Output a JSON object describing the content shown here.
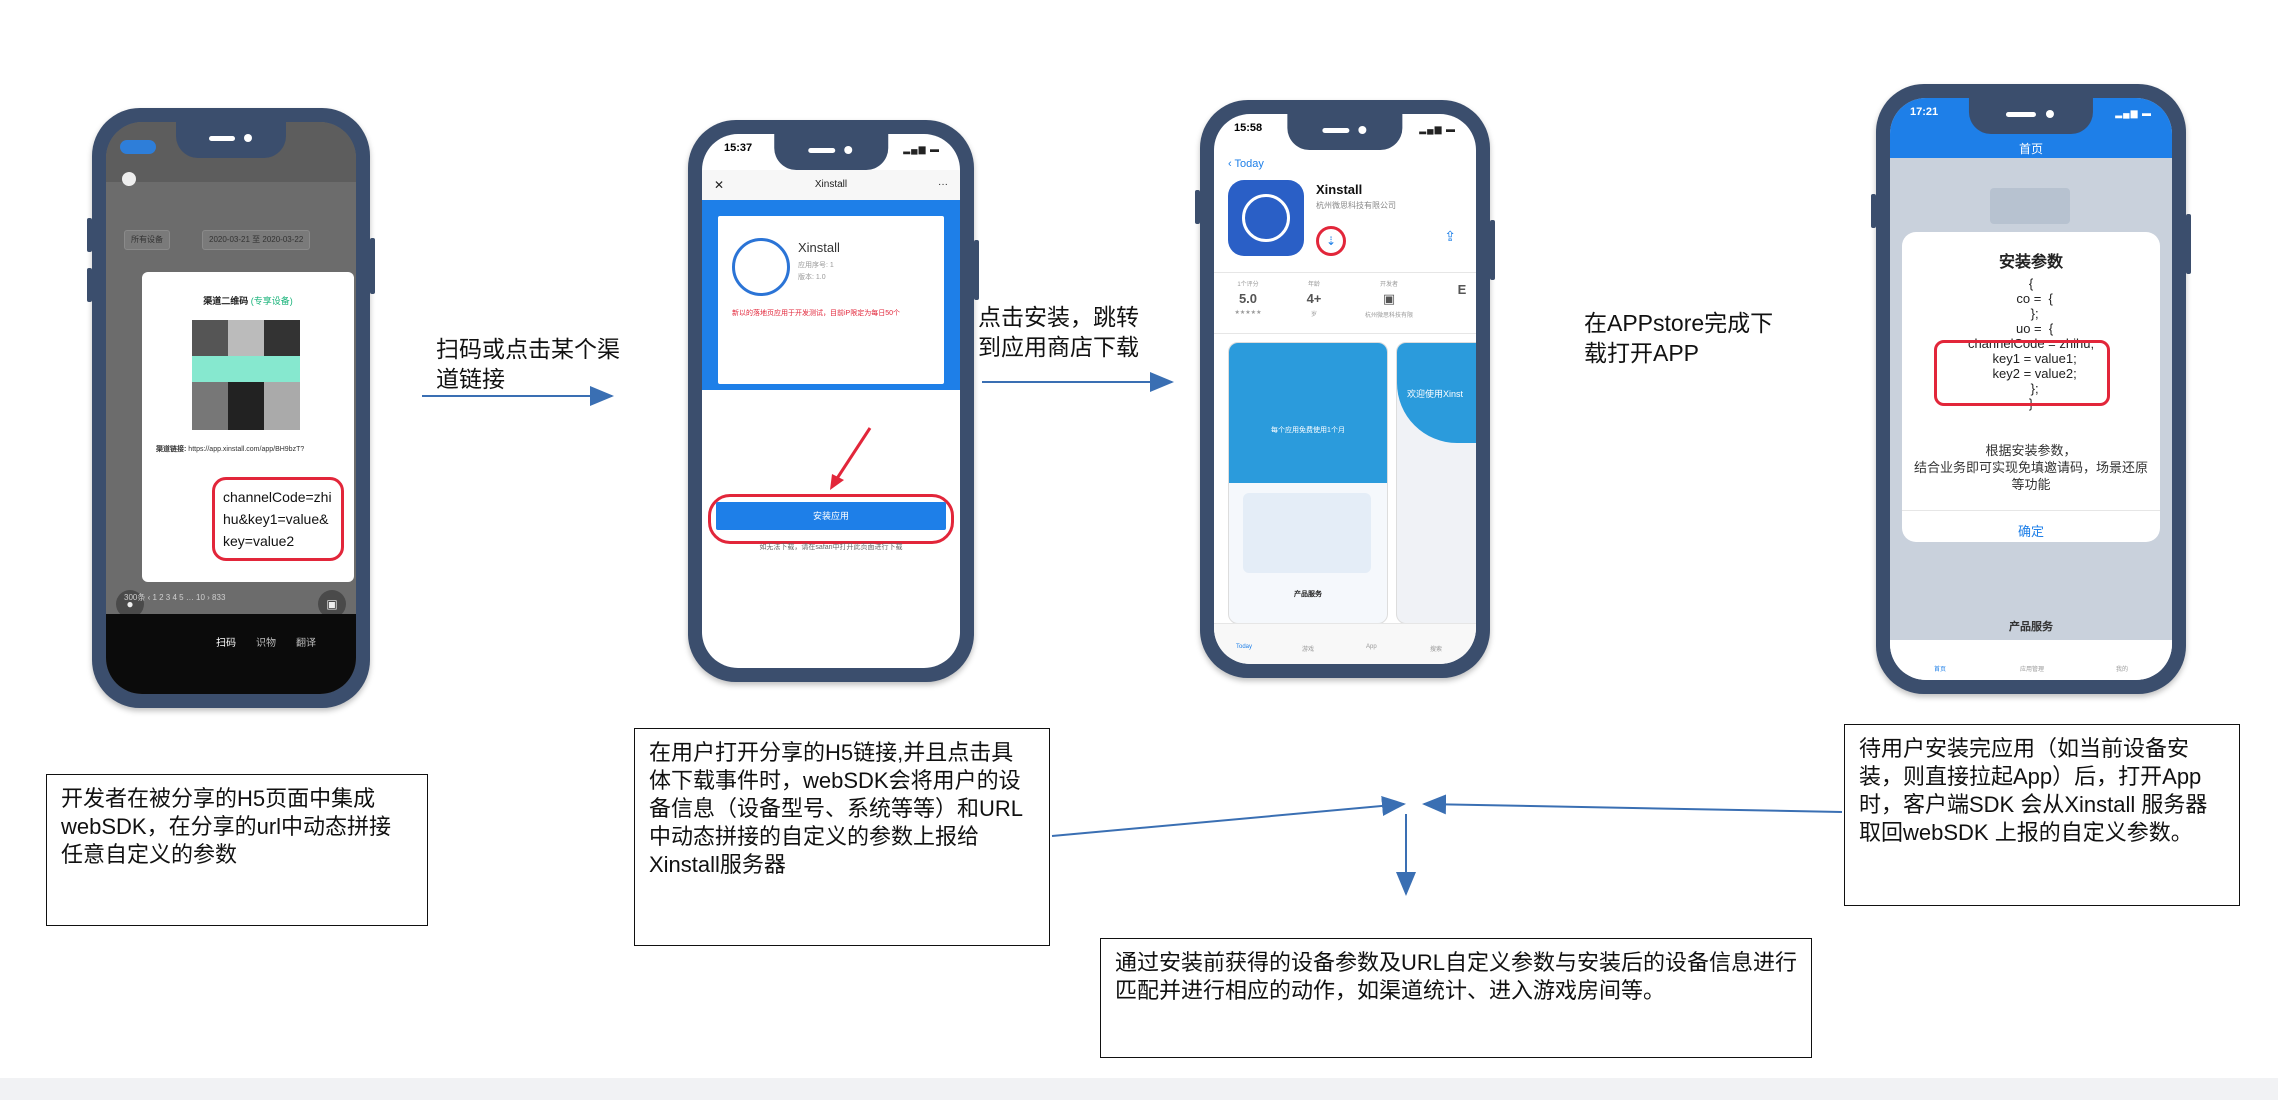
{
  "phone1": {
    "filter_left": "所有设备",
    "filter_date": "2020-03-21 至 2020-03-22",
    "card_title": "渠道二维码",
    "card_title_tag": "(专享设备)",
    "link_label": "渠道链接:",
    "link_url": "https://app.xinstall.com/app/BH9bzT?",
    "highlight_text": "channelCode=zhihu&key1=value&key=value2",
    "pager": "300条  ‹  1  2  3  4  5  …  10  ›  833",
    "tabs": [
      "扫码",
      "识物",
      "翻译"
    ]
  },
  "phone2": {
    "time": "15:37",
    "nav_title": "Xinstall",
    "app_name": "Xinstall",
    "meta_1": "应用序号: 1",
    "meta_2": "版本: 1.0",
    "warning": "新以的落地页应用于开发测试，目前iP限定为每日50个",
    "install_label": "安装应用",
    "hint": "如无法下载，请在safari中打开此页面进行下载"
  },
  "phone3": {
    "time": "15:58",
    "back": "Today",
    "app_title": "Xinstall",
    "app_sub": "杭州微思科技有限公司",
    "stats": [
      {
        "label": "1个评分",
        "value": "5.0",
        "sub": "★★★★★"
      },
      {
        "label": "年龄",
        "value": "4+",
        "sub": "岁"
      },
      {
        "label": "开发者",
        "value": "▣",
        "sub": "杭州微思科技有限"
      },
      {
        "label": "",
        "value": "E",
        "sub": ""
      }
    ],
    "shot1_caption": "每个应用免费使用1个月",
    "shot2_caption": "欢迎使用Xinst",
    "shot1_footer": "产品服务",
    "tabs": [
      "Today",
      "游戏",
      "App",
      "搜索"
    ]
  },
  "phone4": {
    "time": "17:21",
    "header": "首页",
    "dialog_title": "安装参数",
    "code": "{\n  co =  {\n  };\n  uo =  {\nchannelCode = zhihu;\n  key1 = value1;\n  key2 = value2;\n  };\n}",
    "desc": "根据安装参数，\n结合业务即可实现免填邀请码，场景还原等功能",
    "ok": "确定",
    "section": "产品服务",
    "tabs": [
      "首页",
      "应用管理",
      "我的"
    ]
  },
  "labels": {
    "step1": "扫码或点击某个渠\n道链接",
    "step2": "点击安装，跳转\n到应用商店下载",
    "step3": "在APPstore完成下\n载打开APP"
  },
  "boxes": {
    "box1": "开发者在被分享的H5页面中集成webSDK，在分享的url中动态拼接任意自定义的参数",
    "box2": "在用户打开分享的H5链接,并且点击具体下载事件时，webSDK会将用户的设备信息（设备型号、系统等等）和URL中动态拼接的自定义的参数上报给Xinstall服务器",
    "box3": "待用户安装完应用（如当前设备安装，则直接拉起App）后，打开App 时，客户端SDK 会从Xinstall 服务器取回webSDK 上报的自定义参数。",
    "box4": "通过安装前获得的设备参数及URL自定义参数与安装后的设备信息进行匹配并进行相应的动作，如渠道统计、进入游戏房间等。"
  },
  "colors": {
    "arrow": "#3a6fb3",
    "highlight": "#e2263a",
    "phone": "#3b4e6d",
    "accent": "#1e7fe8"
  }
}
